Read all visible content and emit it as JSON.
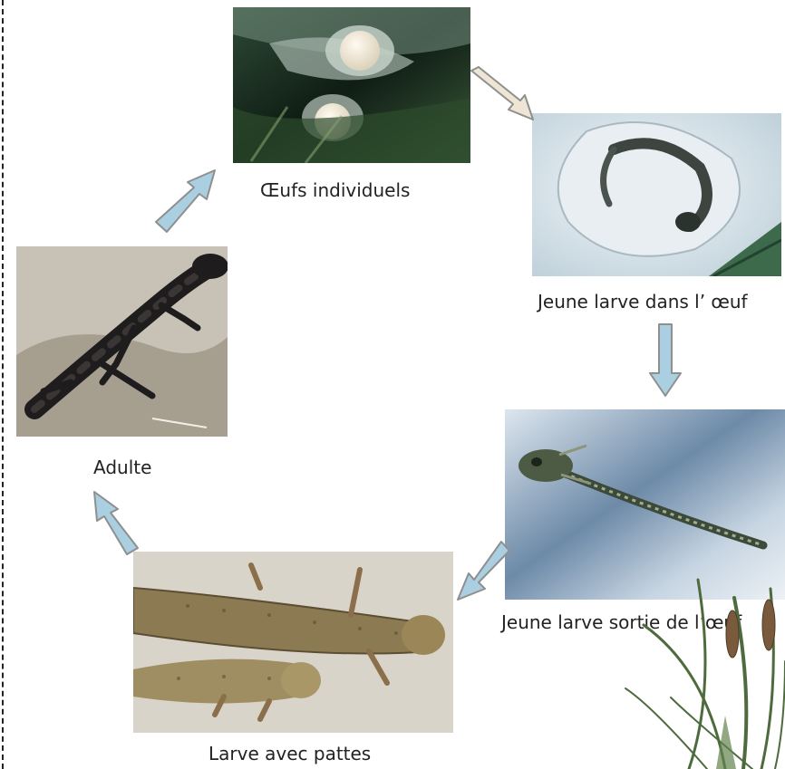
{
  "stages": [
    {
      "id": "eggs",
      "caption": "Œufs individuels"
    },
    {
      "id": "larva-in-egg",
      "caption": "Jeune larve dans l’ œuf"
    },
    {
      "id": "hatched-larva",
      "caption": "Jeune larve sortie de l’œuf"
    },
    {
      "id": "larva-with-legs",
      "caption": "Larve avec pattes"
    },
    {
      "id": "adult",
      "caption": "Adulte"
    }
  ],
  "colors": {
    "arrow_fill": "#a9cfe0",
    "arrow_fill_first": "#efe5d4",
    "arrow_stroke": "#8f8f8f",
    "grass": "#4e6b3e"
  }
}
